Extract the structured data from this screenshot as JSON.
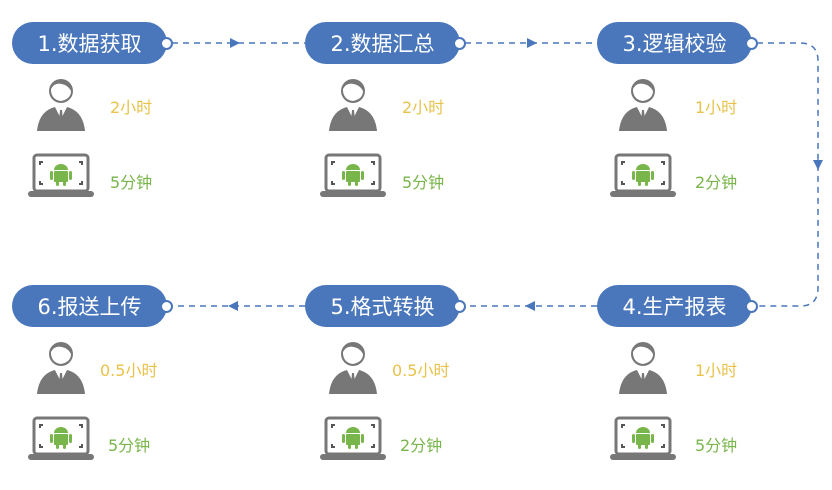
{
  "colors": {
    "pill": "#4a77bb",
    "manual_time": "#e8c24a",
    "auto_time": "#78b54a",
    "icon": "#777777"
  },
  "steps": [
    {
      "label": "1.数据获取",
      "manual": "2小时",
      "auto": "5分钟"
    },
    {
      "label": "2.数据汇总",
      "manual": "2小时",
      "auto": "5分钟"
    },
    {
      "label": "3.逻辑校验",
      "manual": "1小时",
      "auto": "2分钟"
    },
    {
      "label": "4.生产报表",
      "manual": "1小时",
      "auto": "5分钟"
    },
    {
      "label": "5.格式转换",
      "manual": "0.5小时",
      "auto": "2分钟"
    },
    {
      "label": "6.报送上传",
      "manual": "0.5小时",
      "auto": "5分钟"
    }
  ],
  "icons": {
    "manual": "person-icon",
    "auto": "android-laptop-icon"
  }
}
